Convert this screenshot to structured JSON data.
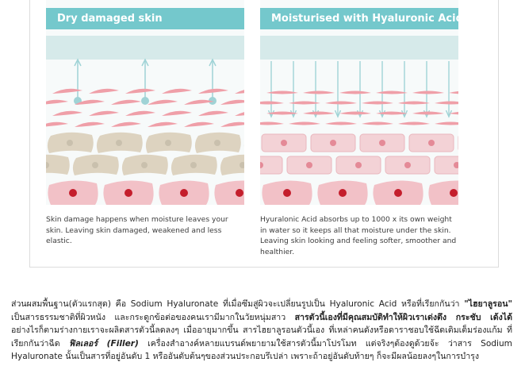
{
  "figure": {
    "left_panel": {
      "title": "Dry damaged skin",
      "caption": "Skin damage happens when moisture leaves your skin. Leaving skin damaged, weakened and less elastic."
    },
    "right_panel": {
      "title": "Moisturised with Hyaluronic Acid",
      "caption": "Hyuralonic Acid absorbs up to 1000 x its own weight in water so it keeps all that moisture under the skin. Leaving skin looking and feeling softer, smoother and healthier."
    },
    "colors": {
      "header": "#74c8cc",
      "top_band": "#d6eaea",
      "arrow": "#9fd3d6",
      "fiber": "#ef9fa8",
      "cell_left": "#ddd3c0",
      "cell_left_dot": "#c9c0ad",
      "cell_right": "#f3d2d6",
      "cell_right_dot": "#e48a97",
      "deep_cell": "#f2c1c7",
      "nucleus": "#c41e2c"
    }
  },
  "article": {
    "p1": "ส่วนผสมพื้นฐาน(ตัวแรกสุด) คือ Sodium Hyaluronate ที่เมื่อซึมสู่ผิวจะเปลี่ยนรูปเป็น Hyaluronic Acid หรือที่เรียกกันว่า ",
    "p1_bold": "\"ไฮยาลูรอน\"",
    "p2": " เป็นสารธรรมชาติที่ผิวหนัง และกระดูกข้อต่อของคนเรามีมากในวัยหนุ่มสาว ",
    "p2_bold": "สารตัวนี้เองที่มีคุณสมบัติทำให้ผิวเราเด่งตึง กระชับ เด้งได้",
    "p3": " อย่างไรก็ตามร่างกายเราจะผลิตสารตัวนี้ลดลงๆ เมื่ออายุมากขึ้น สารไฮยาลูรอนตัวนี้เอง ที่เหล่าคนดังหรือดาราชอบใช้ฉีดเติมเต็มร่องแก้ม ที่เรียกกันว่าฉีด ",
    "p3_em": "ฟิลเลอร์ (Filler)",
    "p4": " เครื่องสำอางค์หลายแบรนด์พยายามใช้สารตัวนี้มาโปรโมท แต่จริงๆต้องดูด้วยจ้ะ ว่าสาร Sodium Hyaluronate นั้นเป็นสารที่อยู่อันดับ 1 หรืออันดับต้นๆของส่วนประกอบรึเปล่า เพราะถ้าอยู่อันดับท้ายๆ ก็จะมีผลน้อยลงๆในการบำรุง"
  }
}
